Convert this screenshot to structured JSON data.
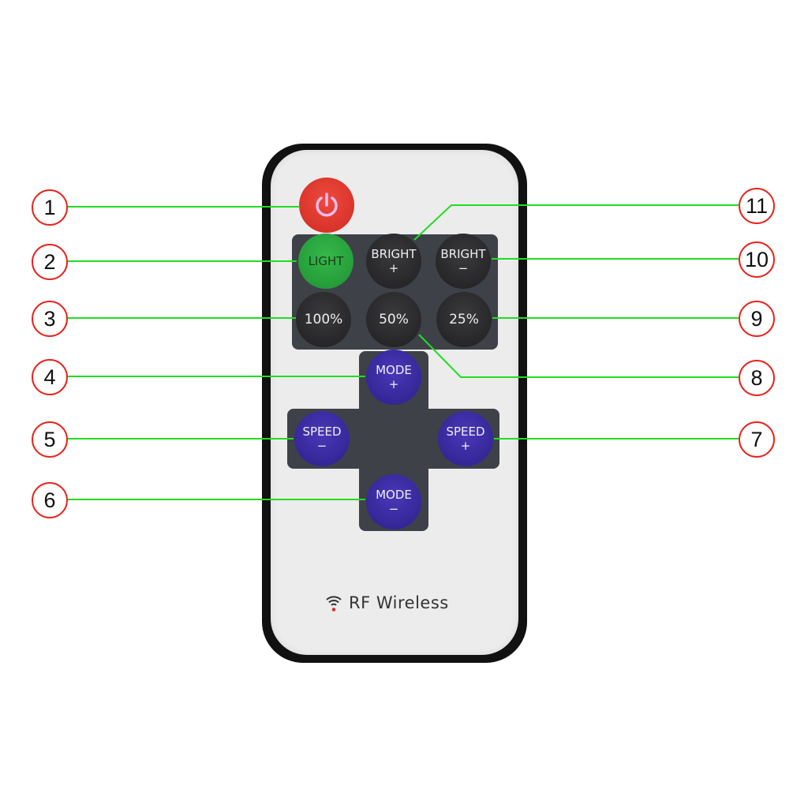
{
  "callouts": {
    "c1": "1",
    "c2": "2",
    "c3": "3",
    "c4": "4",
    "c5": "5",
    "c6": "6",
    "c7": "7",
    "c8": "8",
    "c9": "9",
    "c10": "10",
    "c11": "11"
  },
  "buttons": {
    "power": {
      "icon": "power-icon"
    },
    "light": "LIGHT",
    "bright_up": {
      "line1": "BRIGHT",
      "line2": "+"
    },
    "bright_down": {
      "line1": "BRIGHT",
      "line2": "−"
    },
    "p100": "100%",
    "p50": "50%",
    "p25": "25%",
    "mode_up": {
      "line1": "MODE",
      "line2": "+"
    },
    "mode_down": {
      "line1": "MODE",
      "line2": "−"
    },
    "speed_down": {
      "line1": "SPEED",
      "line2": "−"
    },
    "speed_up": {
      "line1": "SPEED",
      "line2": "+"
    }
  },
  "label": {
    "rf": "RF Wireless",
    "icon": "wifi-icon"
  },
  "colors": {
    "leader_line": "#22dd22",
    "callout_border": "#e8241c",
    "power": "#e03a30",
    "light": "#2aa83e",
    "mode_speed": "#3a2aa0",
    "panel": "#3e4148"
  }
}
